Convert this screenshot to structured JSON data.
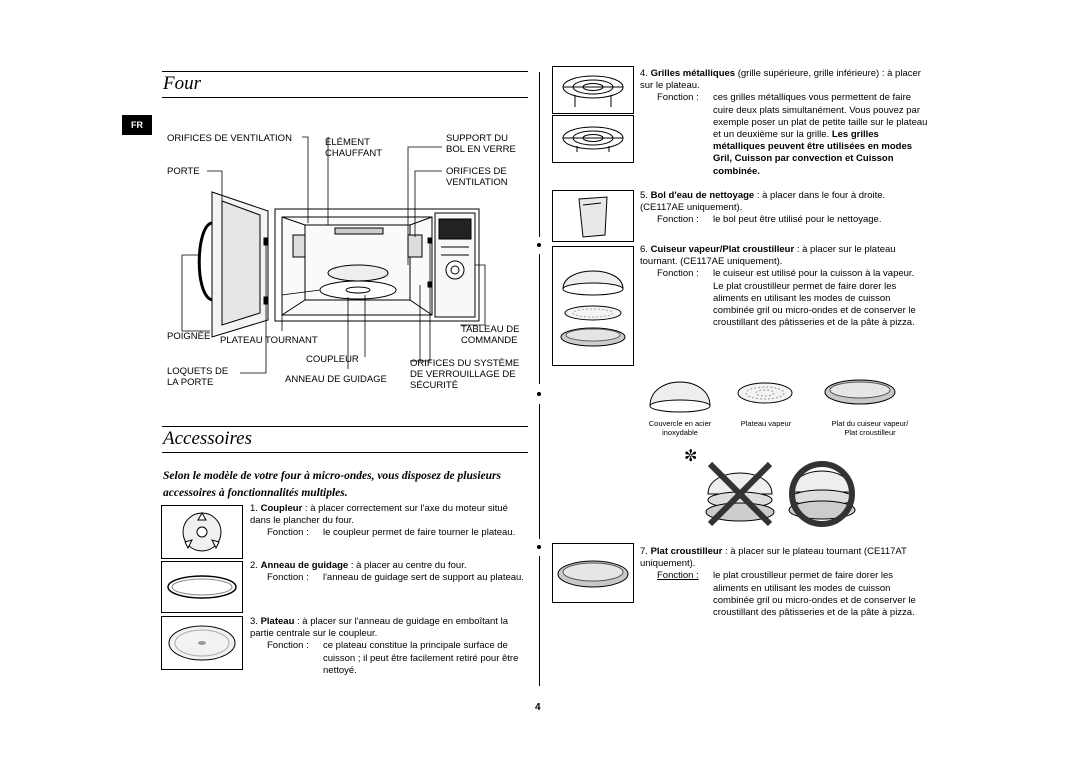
{
  "badge": "FR",
  "four": {
    "title": "Four",
    "labels": {
      "orifices_ventilation": "ORIFICES DE VENTILATION",
      "element_chauffant_1": "ÉLÉMENT",
      "element_chauffant_2": "CHAUFFANT",
      "support_bol_1": "SUPPORT DU",
      "support_bol_2": "BOL EN VERRE",
      "porte": "PORTE",
      "orifices_de_1": "ORIFICES DE",
      "orifices_de_2": "VENTILATION",
      "poignee": "POIGNÉE",
      "plateau_tournant": "PLATEAU TOURNANT",
      "tableau_1": "TABLEAU DE",
      "tableau_2": "COMMANDE",
      "coupleur": "COUPLEUR",
      "loquets_1": "LOQUETS DE",
      "loquets_2": "LA PORTE",
      "anneau": "ANNEAU DE GUIDAGE",
      "orifices_sys_1": "ORIFICES DU SYSTÈME",
      "orifices_sys_2": "DE VERROUILLAGE DE",
      "orifices_sys_3": "SÉCURITÉ"
    }
  },
  "accessoires": {
    "title": "Accessoires",
    "intro": "Selon le modèle de votre four à micro-ondes, vous disposez de plusieurs accessoires à fonctionnalités multiples.",
    "fonction_label": "Fonction :",
    "items": [
      {
        "num": "1.",
        "name": "Coupleur",
        "desc": " : à placer correctement sur l'axe du moteur situé dans le plancher du four.",
        "fonction": "le coupleur permet de faire tourner le plateau."
      },
      {
        "num": "2.",
        "name": "Anneau de guidage",
        "desc": " : à placer au centre du four.",
        "fonction": "l'anneau de guidage sert de support au plateau."
      },
      {
        "num": "3.",
        "name": "Plateau",
        "desc": " : à placer sur l'anneau de guidage en emboîtant la partie centrale sur le coupleur.",
        "fonction": "ce plateau constitue la principale surface de cuisson ; il peut être facilement retiré pour être nettoyé."
      },
      {
        "num": "4.",
        "name": "Grilles métalliques",
        "desc": " (grille supérieure, grille inférieure) : à placer sur le plateau.",
        "fonction": "ces grilles métalliques vous permettent de faire cuire deux plats simultanément. Vous pouvez par exemple poser un plat de petite taille sur le plateau et un deuxième sur la grille.",
        "fonction_bold": "Les grilles métalliques peuvent être utilisées en modes Gril, Cuisson par convection et Cuisson combinée."
      },
      {
        "num": "5.",
        "name": "Bol d'eau de nettoyage",
        "desc": " : à placer dans le four à droite. (CE117AE uniquement).",
        "fonction": "le bol peut être utilisé pour le nettoyage."
      },
      {
        "num": "6.",
        "name": "Cuiseur vapeur/Plat croustilleur",
        "desc": " : à placer sur le plateau tournant. (CE117AE uniquement).",
        "fonction": "le cuiseur est utilisé pour la cuisson à la vapeur.",
        "fonction_2": "Le plat croustilleur permet de faire dorer les aliments en utilisant les modes de cuisson combinée gril ou micro-ondes et de conserver le croustillant des pâtisseries et de la pâte à pizza."
      },
      {
        "num": "7.",
        "name": "Plat croustilleur",
        "desc": " : à placer sur le plateau tournant (CE117AT uniquement).",
        "fonction": "le plat croustilleur permet de faire dorer les aliments en utilisant les modes de cuisson combinée gril ou micro-ondes et de conserver le croustillant des pâtisseries et de la pâte à pizza."
      }
    ],
    "captions": {
      "c1_1": "Couvercle en acier",
      "c1_2": "inoxydable",
      "c2": "Plateau vapeur",
      "c3_1": "Plat du cuiseur vapeur/",
      "c3_2": "Plat croustilleur"
    },
    "note_symbol": "✼"
  },
  "page_number": "4"
}
